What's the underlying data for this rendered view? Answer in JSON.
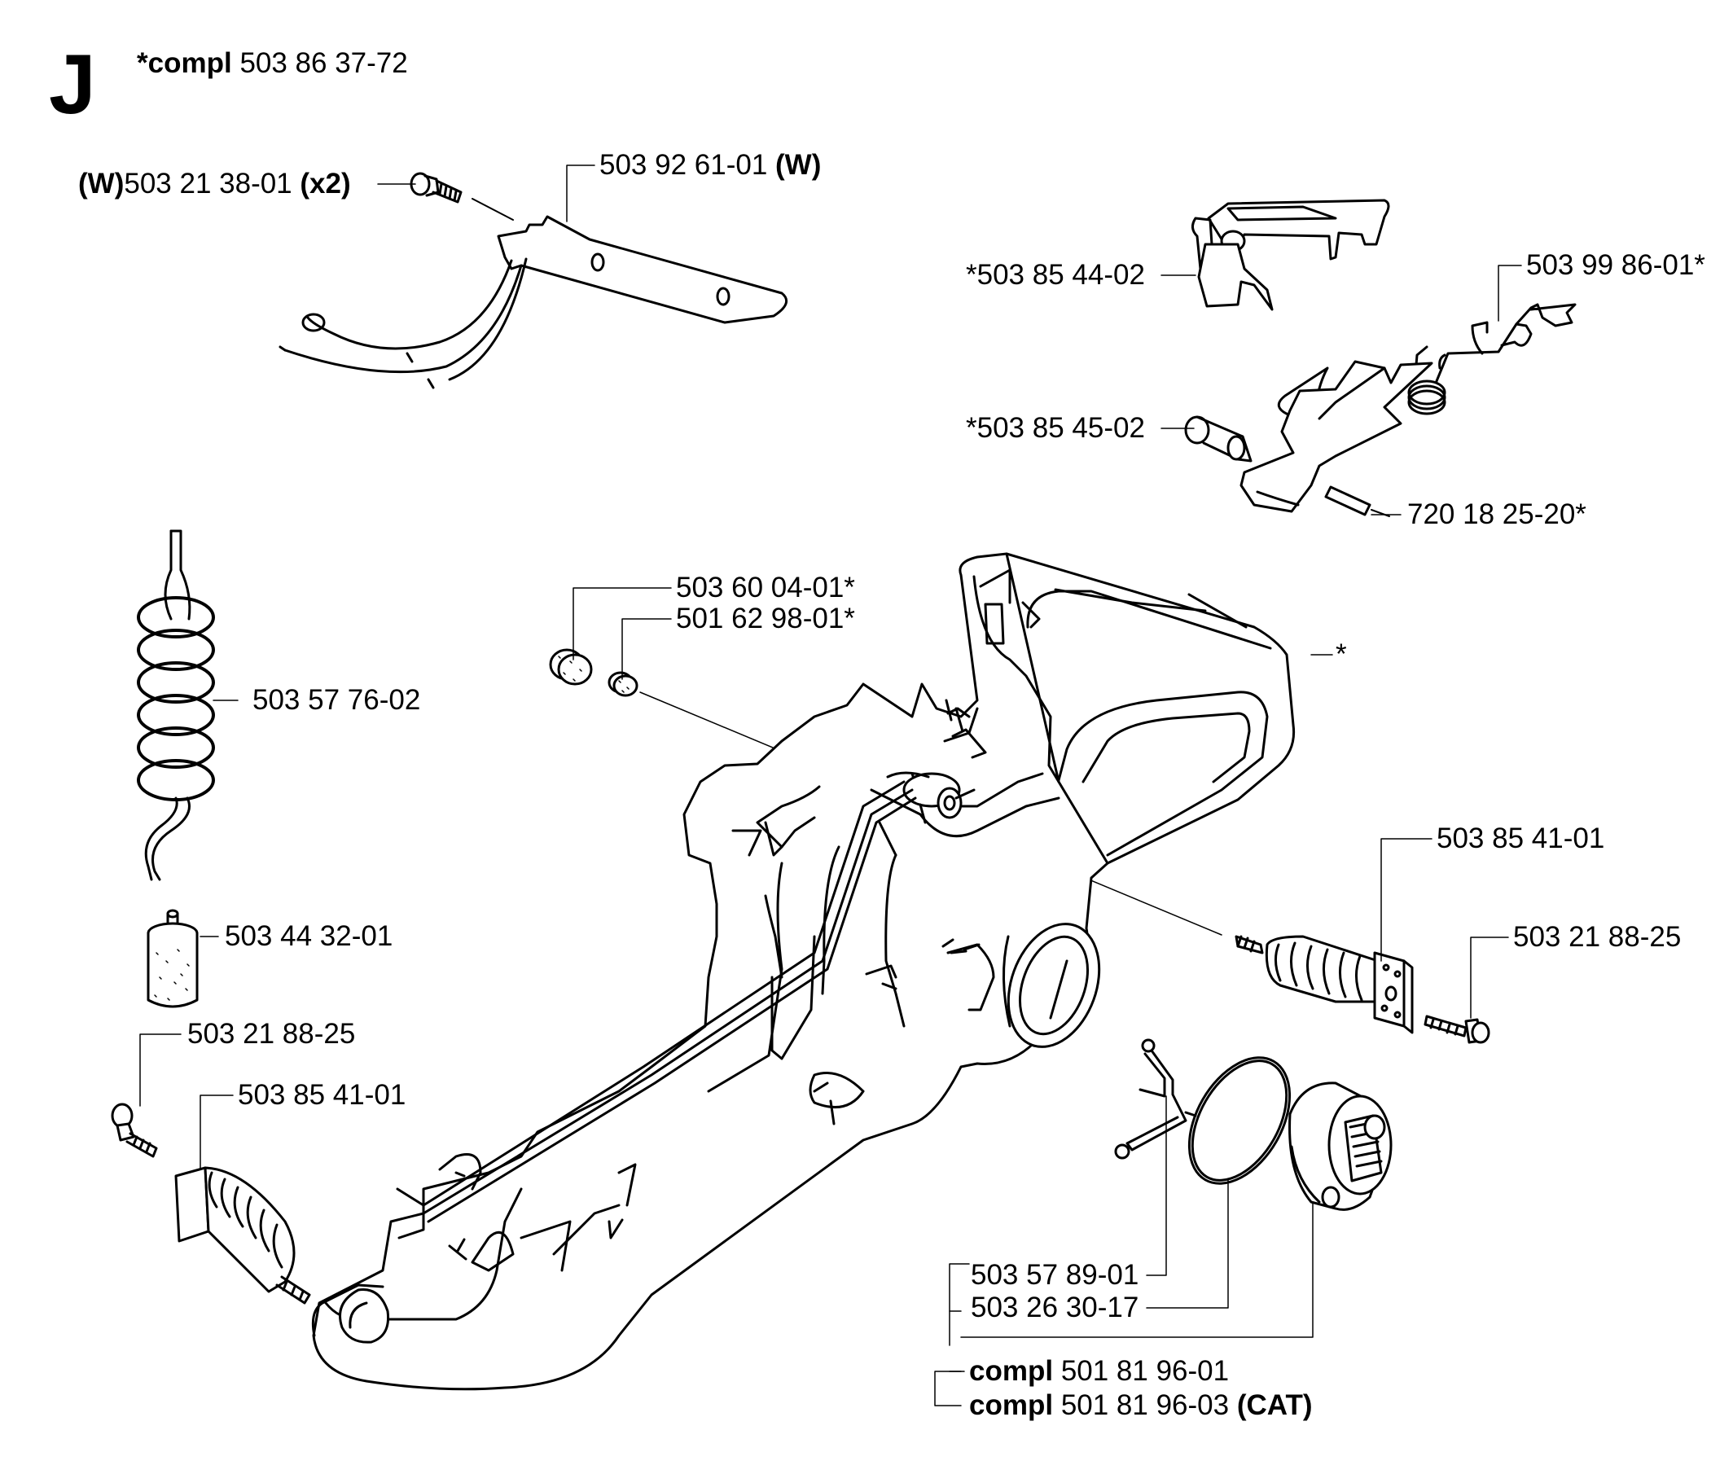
{
  "section": {
    "letter": "J",
    "compl_prefix": "*compl",
    "compl_number": "503 86 37-72"
  },
  "labels": {
    "screw_w_prefix": "(W)",
    "screw_w_number": "503 21 38-01",
    "screw_w_qty": "(x2)",
    "bracket_number": "503 92 61-01",
    "bracket_suffix": "(W)",
    "trigger_top": "*503 85 44-02",
    "trigger_spring": "503 99 86-01*",
    "throttle_lockout": "*503 85 45-02",
    "pin": "720 18 25-20*",
    "fuel_hose": "503 57 76-02",
    "fuel_filter": "503 44 32-01",
    "plug_large": "503 60 04-01*",
    "plug_small": "501 62 98-01*",
    "handle_star": "*",
    "buffer_right": "503 85 41-01",
    "screw_right": "503 21 88-25",
    "screw_left": "503 21 88-25",
    "buffer_left": "503 85 41-01",
    "cap_strap": "503 57 89-01",
    "o_ring": "503 26 30-17",
    "compl1_prefix": "compl",
    "compl1_number": "501 81 96-01",
    "compl2_prefix": "compl",
    "compl2_number": "501 81 96-03",
    "compl2_suffix": "(CAT)"
  },
  "icons": [
    "screw-icon",
    "ground-wire-bracket-icon",
    "throttle-trigger-icon",
    "trigger-spring-icon",
    "throttle-lockout-icon",
    "pin-icon",
    "fuel-hose-icon",
    "fuel-filter-icon",
    "rubber-plug-icon",
    "rear-handle-tank-icon",
    "vibration-buffer-icon",
    "fuel-cap-icon",
    "o-ring-icon",
    "cap-strap-icon"
  ]
}
